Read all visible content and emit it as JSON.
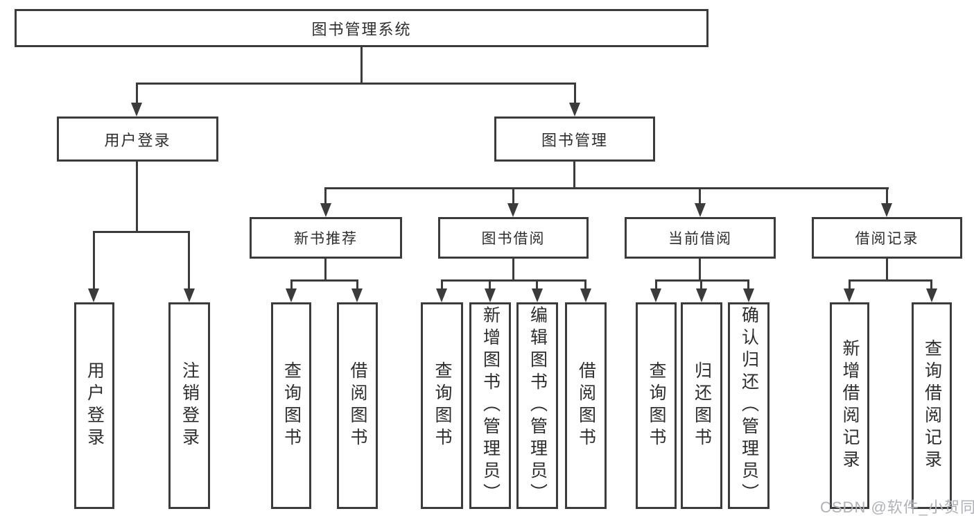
{
  "diagram": {
    "root": {
      "label": "图书管理系统"
    },
    "level2": [
      {
        "label": "用户登录"
      },
      {
        "label": "图书管理"
      }
    ],
    "level3": [
      {
        "label": "新书推荐"
      },
      {
        "label": "图书借阅"
      },
      {
        "label": "当前借阅"
      },
      {
        "label": "借阅记录"
      }
    ],
    "leaves": {
      "user_login": [
        {
          "label": "用户登录"
        },
        {
          "label": "注销登录"
        }
      ],
      "new_book": [
        {
          "label": "查询图书"
        },
        {
          "label": "借阅图书"
        }
      ],
      "book_borrow": [
        {
          "label": "查询图书"
        },
        {
          "label": "新增图书（管理员）"
        },
        {
          "label": "编辑图书（管理员）"
        },
        {
          "label": "借阅图书"
        }
      ],
      "current_borrow": [
        {
          "label": "查询图书"
        },
        {
          "label": "归还图书"
        },
        {
          "label": "确认归还（管理员）"
        }
      ],
      "borrow_records": [
        {
          "label": "新增借阅记录"
        },
        {
          "label": "查询借阅记录"
        }
      ]
    }
  },
  "watermark": {
    "text": "CSDN @软件_小贺同学"
  },
  "colors": {
    "line": "#3b3b3b",
    "text": "#2d2d2d",
    "box_background": "#ffffff",
    "page_background": "#ffffff",
    "watermark": "#aeb2b8"
  }
}
